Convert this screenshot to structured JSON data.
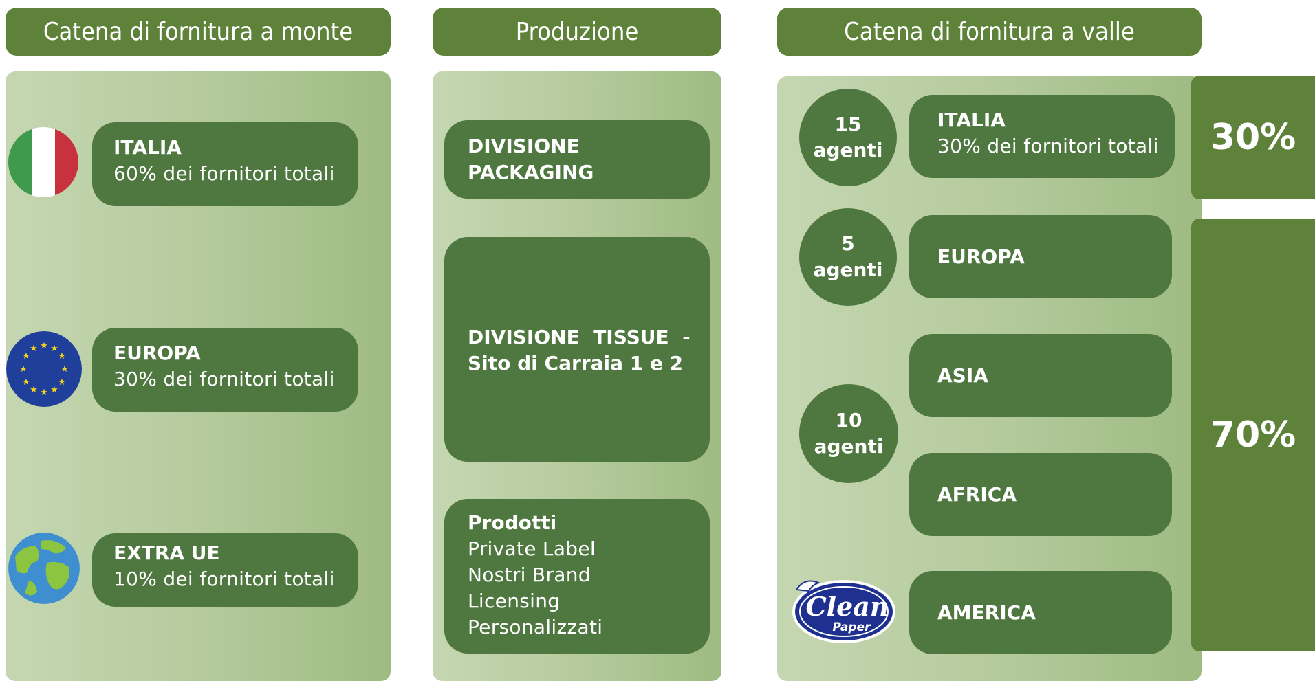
{
  "headers": {
    "upstream": "Catena di fornitura a monte",
    "production": "Produzione",
    "downstream": "Catena di fornitura a valle"
  },
  "upstream": [
    {
      "title": "ITALIA",
      "subtitle": "60% dei fornitori totali",
      "icon": "italy-flag-icon"
    },
    {
      "title": "EUROPA",
      "subtitle": "30% dei fornitori totali",
      "icon": "eu-flag-icon"
    },
    {
      "title": "EXTRA UE",
      "subtitle": "10% dei fornitori totali",
      "icon": "globe-icon"
    }
  ],
  "production": {
    "packaging": "DIVISIONE PACKAGING",
    "tissue_line1": "DIVISIONE  TISSUE  -",
    "tissue_line2": "Sito di Carraia 1 e 2",
    "products_title": "Prodotti",
    "products": [
      "Private Label",
      "Nostri Brand",
      "Licensing",
      "Personalizzati"
    ]
  },
  "downstream": {
    "agents": [
      {
        "count": "15",
        "label": "agenti"
      },
      {
        "count": "5",
        "label": "agenti"
      },
      {
        "count": "10",
        "label": "agenti"
      }
    ],
    "regions": [
      {
        "title": "ITALIA",
        "subtitle": "30% dei fornitori totali"
      },
      {
        "title": "EUROPA"
      },
      {
        "title": "ASIA"
      },
      {
        "title": "AFRICA"
      },
      {
        "title": "AMERICA"
      }
    ],
    "share_italy": "30%",
    "share_foreign": "70%",
    "logo_text": [
      "Clean",
      "Paper"
    ]
  },
  "colors": {
    "header_green": "#5e823a",
    "pill_green": "#4f7740",
    "panel_light": "#c5d7b2",
    "panel_dark": "#9ebb82"
  }
}
